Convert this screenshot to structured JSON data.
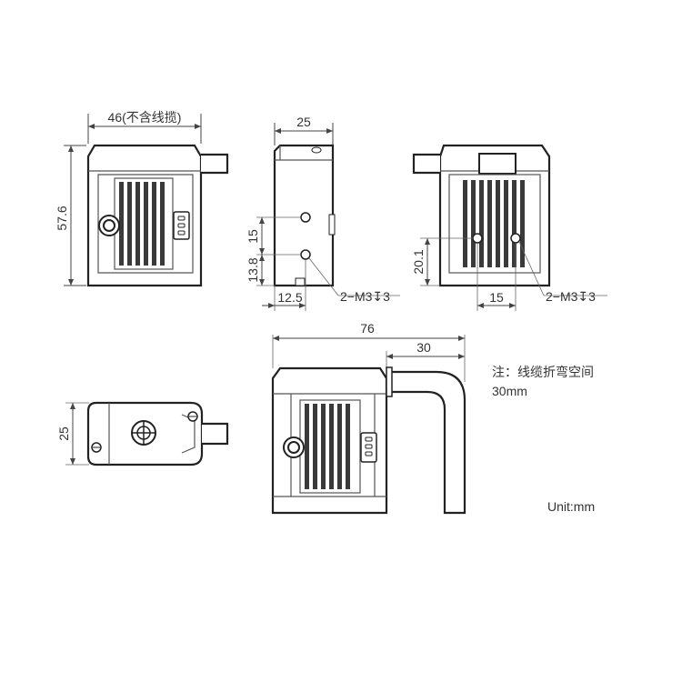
{
  "dimensions": {
    "front_width": "46(不含线揽)",
    "front_height": "57.6",
    "side_width": "25",
    "side_hole_spacing": "15",
    "side_hole_offset": "13.8",
    "side_bottom_offset": "12.5",
    "side_thread": "2−M3↧3",
    "back_hole_height": "20.1",
    "back_hole_spacing": "15",
    "back_thread": "2−M3↧3",
    "bottom_height": "25",
    "overall_width": "76",
    "cable_width": "30"
  },
  "notes": {
    "bend_note_line1": "注：线缆折弯空间",
    "bend_note_line2": "30mm",
    "unit": "Unit:mm"
  }
}
